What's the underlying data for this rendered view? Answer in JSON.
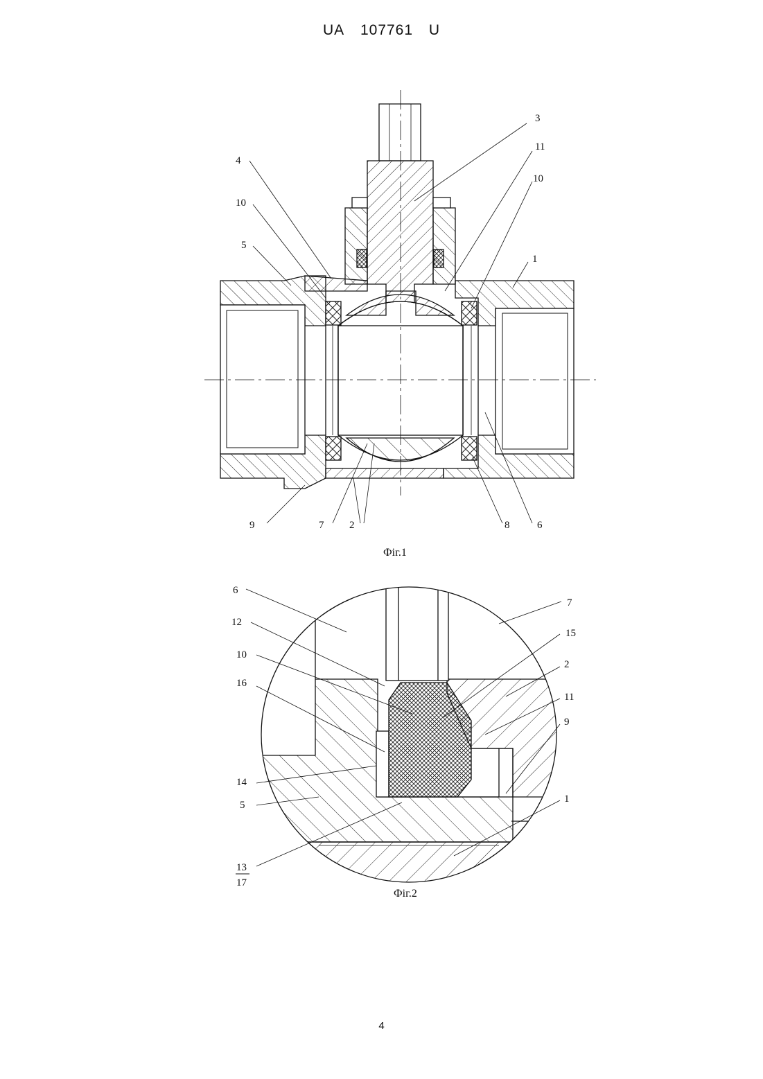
{
  "header": {
    "country": "UA",
    "number": "107761",
    "kind": "U"
  },
  "figure1": {
    "caption": "Фіг.1",
    "labels": {
      "l3": "3",
      "l11": "11",
      "l10a": "10",
      "l4": "4",
      "l10b": "10",
      "l5": "5",
      "l1": "1",
      "l9": "9",
      "l7": "7",
      "l2": "2",
      "l8": "8",
      "l6": "6"
    }
  },
  "figure2": {
    "caption": "Фіг.2",
    "labels": {
      "l6": "6",
      "l7": "7",
      "l12": "12",
      "l15": "15",
      "l10": "10",
      "l2": "2",
      "l16": "16",
      "l11": "11",
      "l9": "9",
      "l14": "14",
      "l5": "5",
      "l1": "1",
      "l13": "13",
      "l17": "17"
    }
  },
  "page_number": "4"
}
